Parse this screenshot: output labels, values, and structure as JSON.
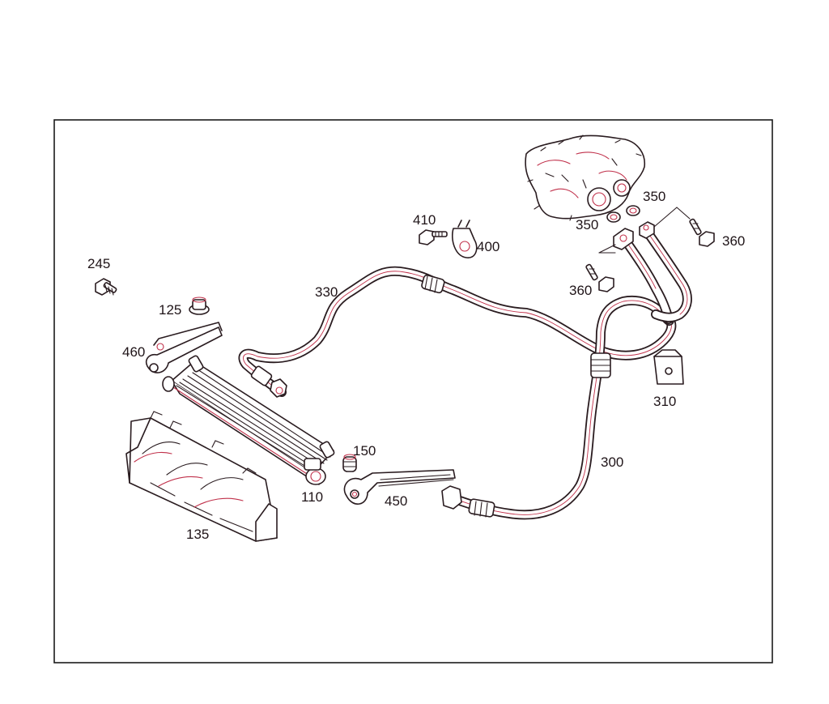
{
  "callouts": [
    {
      "id": "245",
      "text": "245"
    },
    {
      "id": "125",
      "text": "125"
    },
    {
      "id": "460",
      "text": "460"
    },
    {
      "id": "135",
      "text": "135"
    },
    {
      "id": "110",
      "text": "110"
    },
    {
      "id": "150",
      "text": "150"
    },
    {
      "id": "450",
      "text": "450"
    },
    {
      "id": "410",
      "text": "410"
    },
    {
      "id": "400",
      "text": "400"
    },
    {
      "id": "330",
      "text": "330"
    },
    {
      "id": "300",
      "text": "300"
    },
    {
      "id": "310",
      "text": "310"
    },
    {
      "id": "350a",
      "text": "350"
    },
    {
      "id": "350b",
      "text": "350"
    },
    {
      "id": "360a",
      "text": "360"
    },
    {
      "id": "360b",
      "text": "360"
    }
  ],
  "colors": {
    "line": "#2a1c20",
    "accent": "#c0304a",
    "background": "#ffffff"
  }
}
